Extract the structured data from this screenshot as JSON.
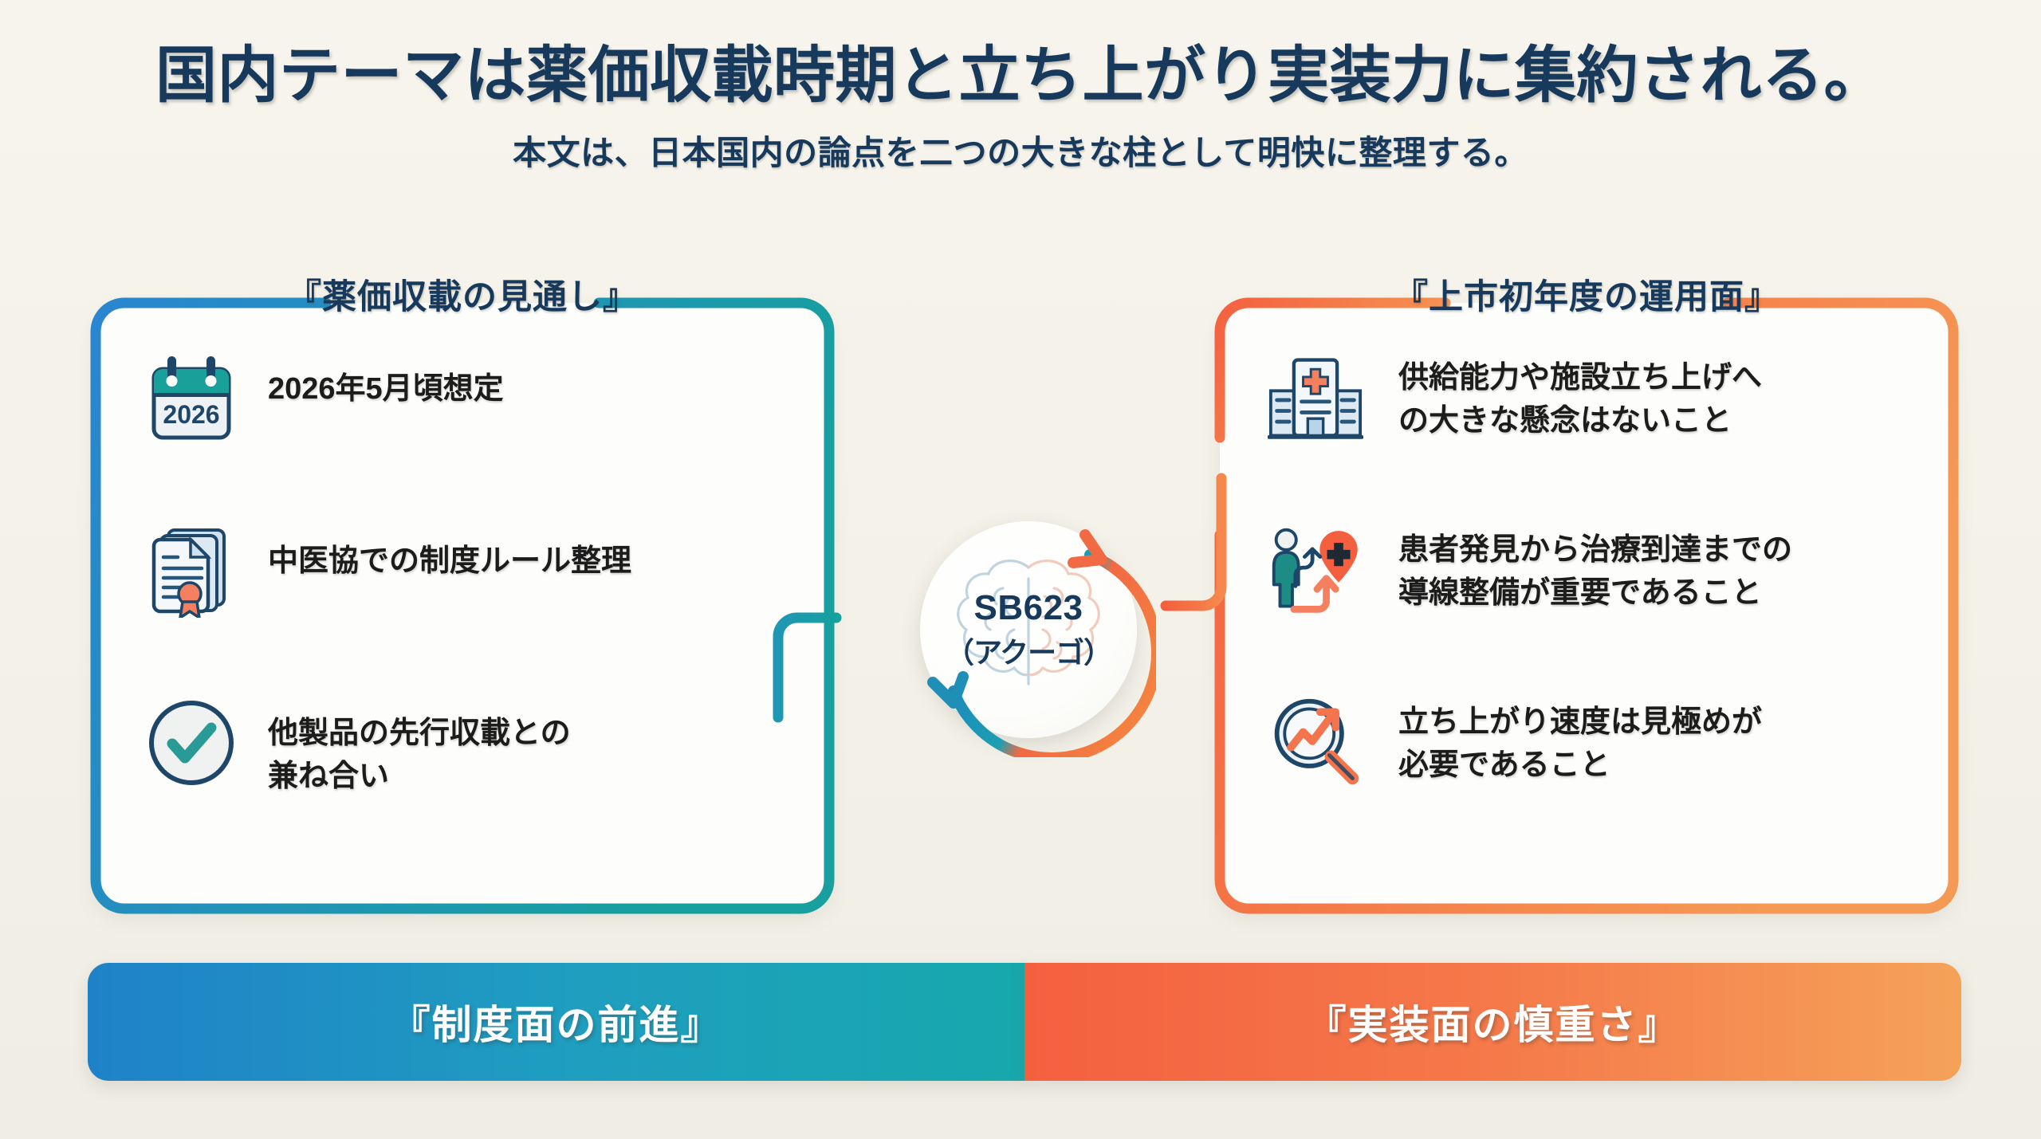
{
  "header": {
    "title": "国内テーマは薬価収載時期と立ち上がり実装力に集約される。",
    "subtitle": "本文は、日本国内の論点を二つの大きな柱として明快に整理する。"
  },
  "hub": {
    "name": "SB623",
    "alias": "（アクーゴ）"
  },
  "left_card": {
    "title": "『薬価収載の見通し』",
    "accent_start": "#2a86d0",
    "accent_end": "#17a09e",
    "items": [
      {
        "icon": "calendar-2026-icon",
        "icon_year": "2026",
        "text": "2026年5月頃想定"
      },
      {
        "icon": "certificate-documents-icon",
        "text": "中医協での制度ルール整理"
      },
      {
        "icon": "check-circle-icon",
        "text": "他製品の先行収載との\n兼ね合い"
      }
    ]
  },
  "right_card": {
    "title": "『上市初年度の運用面』",
    "accent_start": "#f4603f",
    "accent_end": "#f59a55",
    "items": [
      {
        "icon": "hospital-icon",
        "text": "供給能力や施設立ち上げへ\nの大きな懸念はないこと"
      },
      {
        "icon": "patient-pathway-pin-icon",
        "text": "患者発見から治療到達までの\n導線整備が重要であること"
      },
      {
        "icon": "magnifier-trend-icon",
        "text": "立ち上がり速度は見極めが\n必要であること"
      }
    ]
  },
  "banners": {
    "left": "『制度面の前進』",
    "right": "『実装面の慎重さ』"
  }
}
